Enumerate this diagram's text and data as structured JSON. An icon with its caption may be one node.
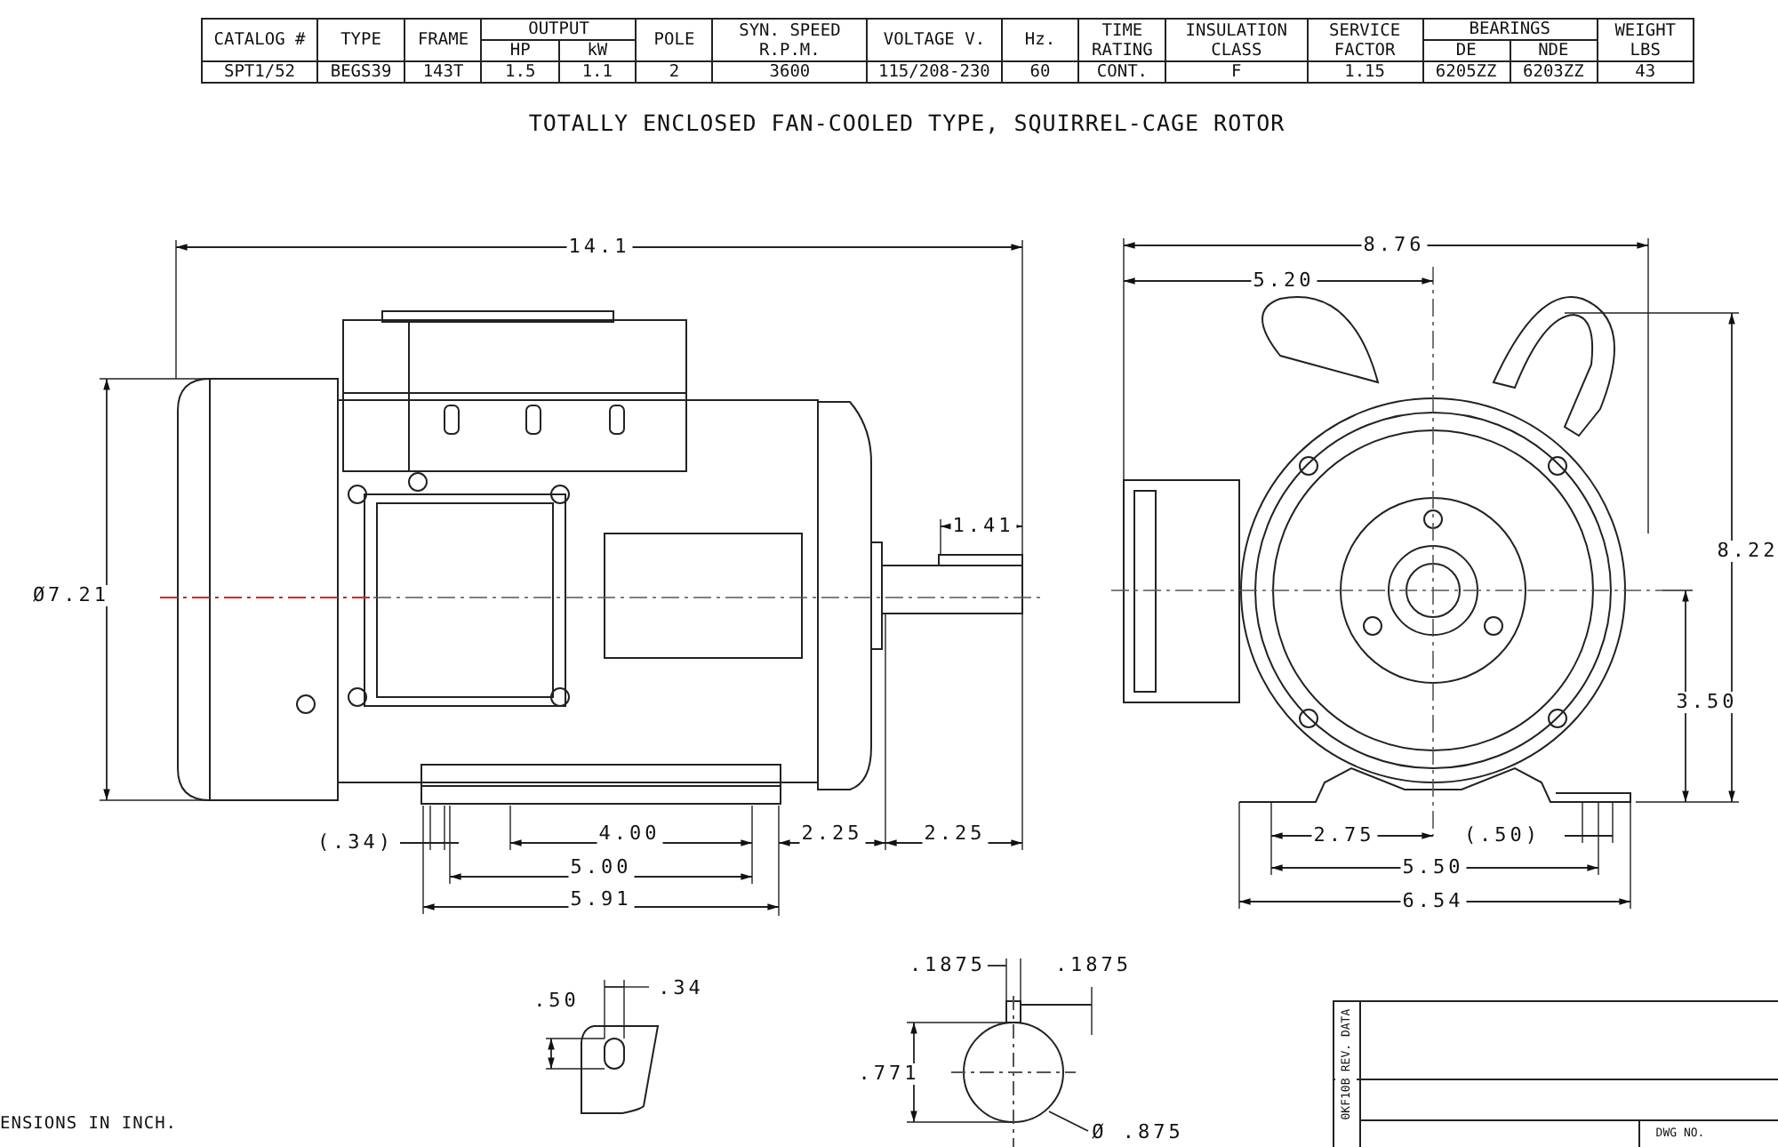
{
  "diagram": {
    "title": "TOTALLY ENCLOSED FAN-COOLED TYPE, SQUIRREL-CAGE ROTOR",
    "labels": [
      "CATALOG #",
      "TYPE",
      "FRAME",
      "OUTPUT",
      "POLE",
      "SYN. SPEED R.P.M.",
      "VOLTAGE V.",
      "Hz.",
      "TIME RATING",
      "INSULATION CLASS",
      "SERVICE FACTOR",
      "BEARINGS",
      "WEIGHT LBS",
      "HP",
      "kW",
      "DE",
      "NDE",
      "SPT1/52",
      "BEGS39",
      "143T",
      "1.5",
      "1.1",
      "2",
      "3600",
      "115/208-230",
      "60",
      "CONT.",
      "F",
      "1.15",
      "6205ZZ",
      "6203ZZ",
      "43",
      "14.1",
      "Ø7.21",
      "1.41",
      "(.34)",
      "4.00",
      "2.25",
      "2.25",
      "5.00",
      "5.91",
      "8.76",
      "5.20",
      "8.22",
      "3.50",
      "2.75",
      "(.50)",
      "5.50",
      "6.54",
      ".50",
      ".34",
      ".1875",
      ".1875",
      ".771",
      "Ø .875",
      "ENSIONS IN INCH.",
      "REV. DATA",
      "0KF10B",
      "DWG NO."
    ]
  }
}
